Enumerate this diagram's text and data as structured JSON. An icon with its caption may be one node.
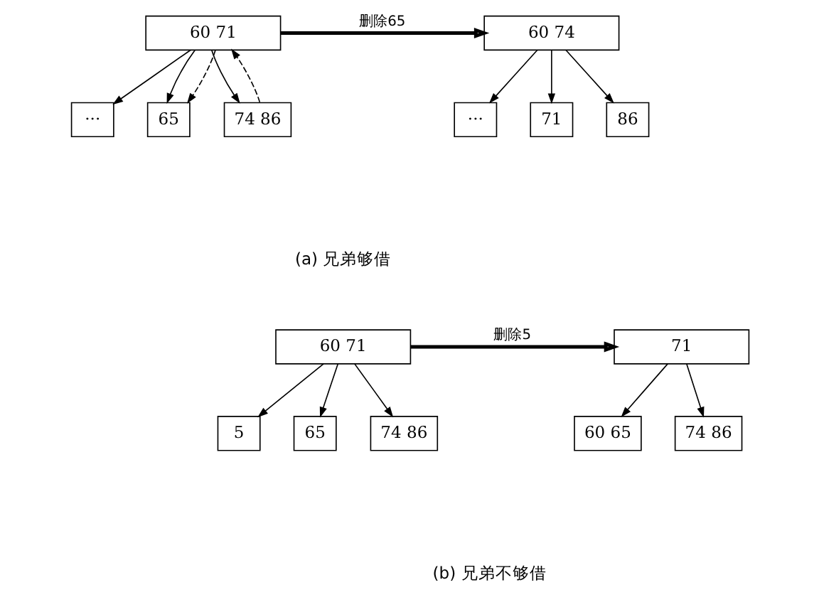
{
  "diagram": {
    "nodes": [
      {
        "text": [
          "60 71"
        ]
      },
      {
        "text": [
          "···"
        ]
      },
      {
        "text": [
          "65"
        ]
      },
      {
        "text": [
          "74 86"
        ]
      },
      {
        "text": [
          "60 74"
        ]
      },
      {
        "text": [
          "···"
        ]
      },
      {
        "text": [
          "71"
        ]
      },
      {
        "text": [
          "86"
        ]
      },
      {
        "text": [
          "60 71"
        ]
      },
      {
        "text": [
          "5"
        ]
      },
      {
        "text": [
          "65"
        ]
      },
      {
        "text": [
          "74 86"
        ]
      },
      {
        "text": [
          "71"
        ]
      },
      {
        "text": [
          "60 65"
        ]
      },
      {
        "text": [
          "74 86"
        ]
      }
    ],
    "edges": [
      {
        "from": 0,
        "to": 1,
        "arrow": "to"
      },
      {
        "from": 0,
        "to": 2,
        "arrow": "to"
      },
      {
        "from": 0,
        "to": 2,
        "arrow": "to",
        "style": "dashed"
      },
      {
        "from": 3,
        "to": 0,
        "arrow": "to",
        "style": "dashed"
      },
      {
        "from": 0,
        "to": 3,
        "arrow": "to"
      },
      {
        "from": 0,
        "to": 4,
        "arrow": "to",
        "label": "删除65",
        "style": "thick"
      },
      {
        "from": 4,
        "to": 5,
        "arrow": "to"
      },
      {
        "from": 4,
        "to": 6,
        "arrow": "to"
      },
      {
        "from": 4,
        "to": 7,
        "arrow": "to"
      },
      {
        "from": 8,
        "to": 9,
        "arrow": "to"
      },
      {
        "from": 8,
        "to": 10,
        "arrow": "to"
      },
      {
        "from": 8,
        "to": 11,
        "arrow": "to"
      },
      {
        "from": 8,
        "to": 12,
        "arrow": "to",
        "label": "删除5",
        "style": "thick"
      },
      {
        "from": 12,
        "to": 13,
        "arrow": "to"
      },
      {
        "from": 12,
        "to": 14,
        "arrow": "to"
      }
    ],
    "labels": [
      "(a) 兄弟够借",
      "(b) 兄弟不够借"
    ]
  }
}
